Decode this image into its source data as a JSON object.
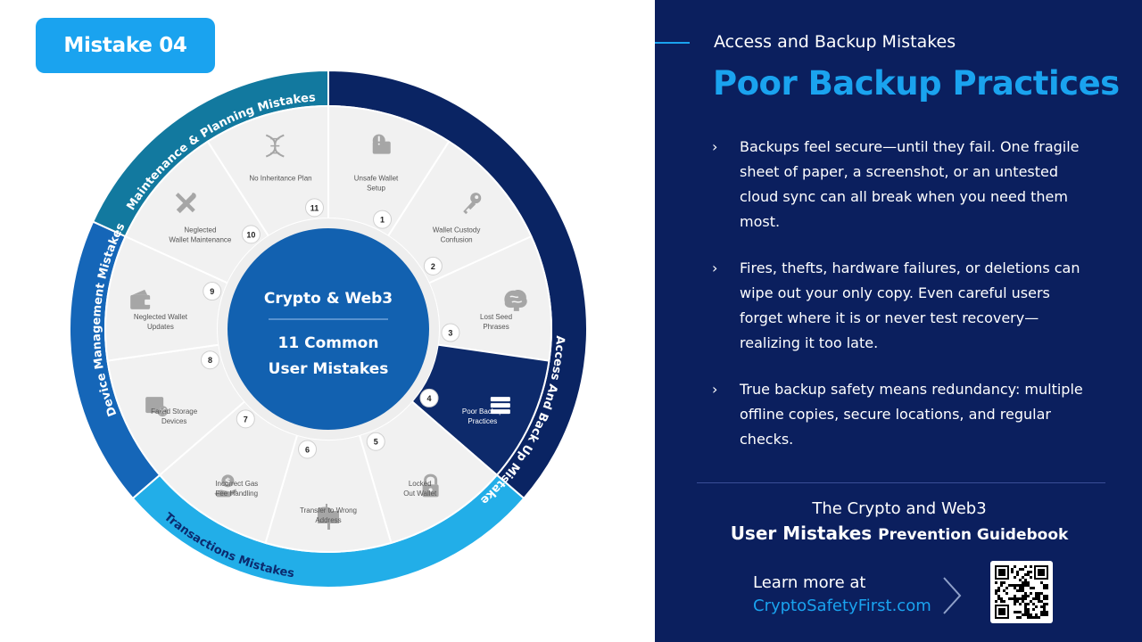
{
  "colors": {
    "navy": "#0b1f5e",
    "dark_blue": "#0a2463",
    "teal": "#12799f",
    "medium_blue": "#1566b8",
    "light_blue": "#22aee8",
    "accent": "#1aa3ef",
    "segment_fill": "#f1f1f1",
    "center_fill": "#1261b0",
    "highlight": "#0d2a6b"
  },
  "badge": "Mistake 04",
  "center": {
    "line1": "Crypto & Web3",
    "line2": "11 Common",
    "line3": "User Mistakes"
  },
  "categories": [
    {
      "label": "Access And Back Up Mistake"
    },
    {
      "label": "Transactions Mistakes"
    },
    {
      "label": "Device Management Mistakes"
    },
    {
      "label": "Maintenance & Planning Mistakes"
    }
  ],
  "segments": [
    {
      "number": "1",
      "label1": "Unsafe Wallet",
      "label2": "Setup",
      "icon": "wallet-warning-icon"
    },
    {
      "number": "2",
      "label1": "Wallet Custody",
      "label2": "Confusion",
      "icon": "key-icon"
    },
    {
      "number": "3",
      "label1": "Lost Seed",
      "label2": "Phrases",
      "icon": "brain-icon"
    },
    {
      "number": "4",
      "label1": "Poor Backup",
      "label2": "Practices",
      "icon": "backup-server-icon"
    },
    {
      "number": "5",
      "label1": "Locked",
      "label2": "Out Wallet",
      "icon": "lock-icon"
    },
    {
      "number": "6",
      "label1": "Transfer to Wrong",
      "label2": "Address",
      "icon": "mailbox-icon"
    },
    {
      "number": "7",
      "label1": "Incorrect Gas",
      "label2": "Fee Handling",
      "icon": "hand-coin-icon"
    },
    {
      "number": "8",
      "label1": "Failed Storage",
      "label2": "Devices",
      "icon": "broken-device-icon"
    },
    {
      "number": "9",
      "label1": "Neglected Wallet",
      "label2": "Updates",
      "icon": "wallet-icon"
    },
    {
      "number": "10",
      "label1": "Neglected",
      "label2": "Wallet Maintenance",
      "icon": "tools-icon"
    },
    {
      "number": "11",
      "label1": "No Inheritance Plan",
      "label2": "",
      "icon": "dna-icon"
    }
  ],
  "panel": {
    "subtitle": "Access and Backup Mistakes",
    "title": "Poor Backup Practices",
    "bullet_icon": "›",
    "bullets": [
      "Backups feel secure—until they fail. One fragile sheet of paper, a screenshot, or an untested cloud sync can all break when you need          them most.",
      "Fires, thefts, hardware failures, or deletions can wipe out your only copy. Even careful users forget where it is or never test recovery—realizing it too late.",
      "True backup safety means redundancy: multiple offline copies, secure locations, and regular checks."
    ],
    "guide_line1": "The Crypto and Web3",
    "guide_line2_a": "User Mistakes",
    "guide_line2_b": "Prevention Guidebook",
    "learn_more": "Learn more at",
    "url": "CryptoSafetyFirst.com"
  }
}
